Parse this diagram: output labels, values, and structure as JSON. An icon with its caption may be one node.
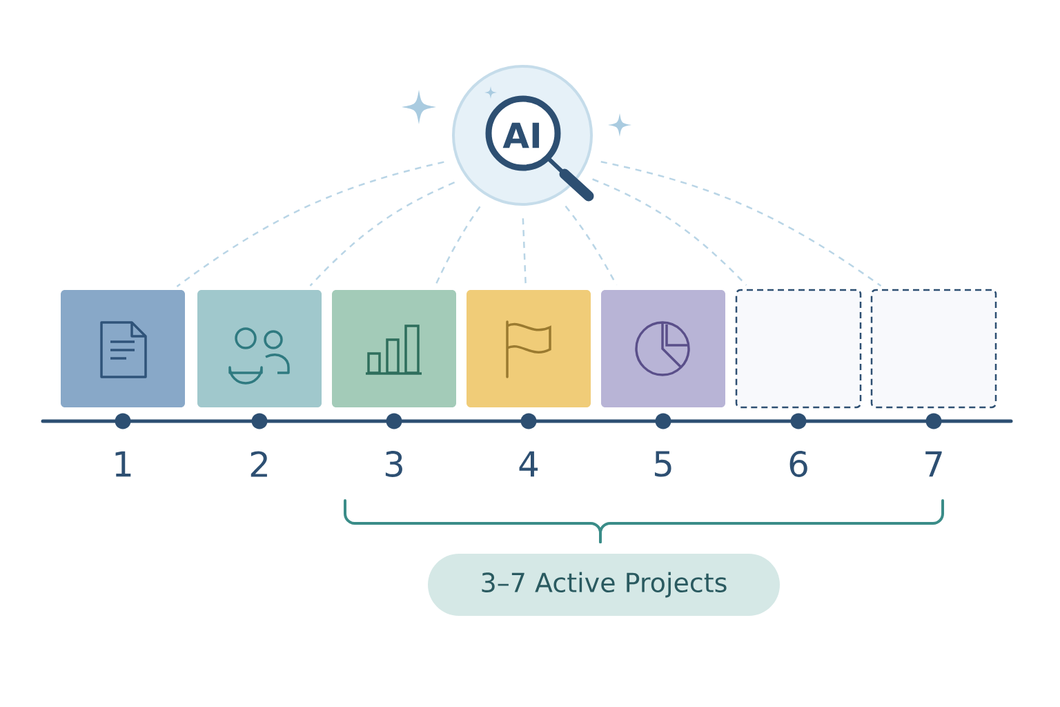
{
  "diagram": {
    "nodes": [
      {
        "text": [
          "AI"
        ]
      },
      {
        "text": [],
        "shape": "box"
      },
      {
        "text": [],
        "shape": "box"
      },
      {
        "text": [],
        "shape": "box"
      },
      {
        "text": [],
        "shape": "box"
      },
      {
        "text": [],
        "shape": "box"
      },
      {
        "text": [],
        "shape": "box"
      },
      {
        "text": [],
        "shape": "box"
      },
      {
        "text": [
          "3–7 Active Projects"
        ]
      }
    ],
    "edges": [
      {
        "from": 0,
        "to": 1,
        "arrow": "none",
        "style": "dashed"
      },
      {
        "from": 0,
        "to": 2,
        "arrow": "none",
        "style": "dashed"
      },
      {
        "from": 0,
        "to": 3,
        "arrow": "none",
        "style": "dashed"
      },
      {
        "from": 0,
        "to": 4,
        "arrow": "none",
        "style": "dashed"
      },
      {
        "from": 0,
        "to": 5,
        "arrow": "none",
        "style": "dashed"
      },
      {
        "from": 0,
        "to": 6,
        "arrow": "none",
        "style": "dashed"
      },
      {
        "from": 0,
        "to": 7,
        "arrow": "none",
        "style": "dashed"
      }
    ],
    "labels": [
      "1",
      "2",
      "3",
      "4",
      "5",
      "6",
      "7"
    ]
  }
}
